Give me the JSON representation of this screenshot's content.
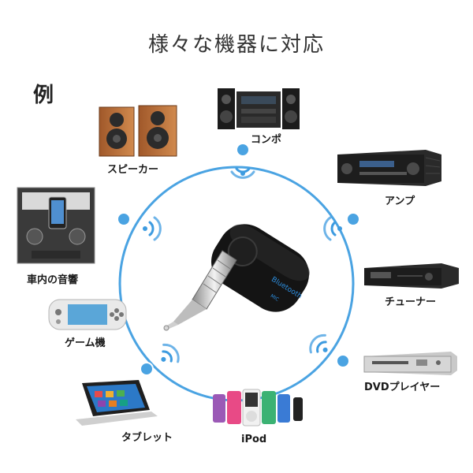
{
  "title": "様々な機器に対応",
  "example_label": "例",
  "devices": [
    {
      "label": "コンポ",
      "icon": "stereo-system-icon"
    },
    {
      "label": "スピーカー",
      "icon": "speaker-icon"
    },
    {
      "label": "アンプ",
      "icon": "amplifier-icon"
    },
    {
      "label": "車内の音響",
      "icon": "car-audio-icon"
    },
    {
      "label": "チューナー",
      "icon": "tuner-icon"
    },
    {
      "label": "ゲーム機",
      "icon": "game-console-icon"
    },
    {
      "label": "DVDプレイヤー",
      "icon": "dvd-player-icon"
    },
    {
      "label": "タブレット",
      "icon": "tablet-icon"
    },
    {
      "label": "iPod",
      "icon": "ipod-icon"
    }
  ],
  "product": {
    "brand_text": "Bluetooth",
    "mic_text": "MIC",
    "icon": "bluetooth-receiver-icon"
  },
  "colors": {
    "ring": "#4aa3e2",
    "node": "#4aa3e2",
    "wave": "#3d9be0"
  }
}
